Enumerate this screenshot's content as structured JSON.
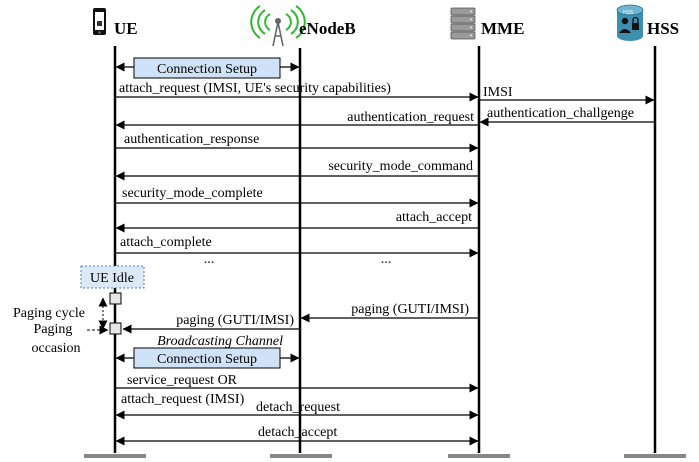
{
  "entities": {
    "ue": "UE",
    "enodeb": "eNodeB",
    "mme": "MME",
    "hss": "HSS",
    "hss_icon_text": "HSS"
  },
  "messages": {
    "connection_setup_1": "Connection Setup",
    "attach_request_1": "attach_request (IMSI, UE's security capabilities)",
    "imsi": "IMSI",
    "authentication_challenge": "authentication_challgenge",
    "authentication_request": "authentication_request",
    "authentication_response": "authentication_response",
    "security_mode_command": "security_mode_command",
    "security_mode_complete": "security_mode_complete",
    "attach_accept": "attach_accept",
    "attach_complete": "attach_complete",
    "ellipsis": "...",
    "ue_idle": "UE Idle",
    "paging_cycle": "Paging cycle",
    "paging_occasion_1": "Paging",
    "paging_occasion_2": "occasion",
    "paging_enb": "paging (GUTI/IMSI)",
    "paging_mme": "paging (GUTI/IMSI)",
    "broadcasting_channel": "Broadcasting Channel",
    "connection_setup_2": "Connection Setup",
    "service_request": "service_request OR",
    "attach_request_2": "attach_request (IMSI)",
    "detach_request": "detach_request",
    "detach_accept": "detach_accept"
  },
  "colors": {
    "box_fill": "#cfe2f7",
    "idle_fill": "#dde9f7",
    "tower_green": "#2eb82e",
    "server_gray": "#9a9a9a",
    "hss_blue": "#3d8fb0"
  }
}
